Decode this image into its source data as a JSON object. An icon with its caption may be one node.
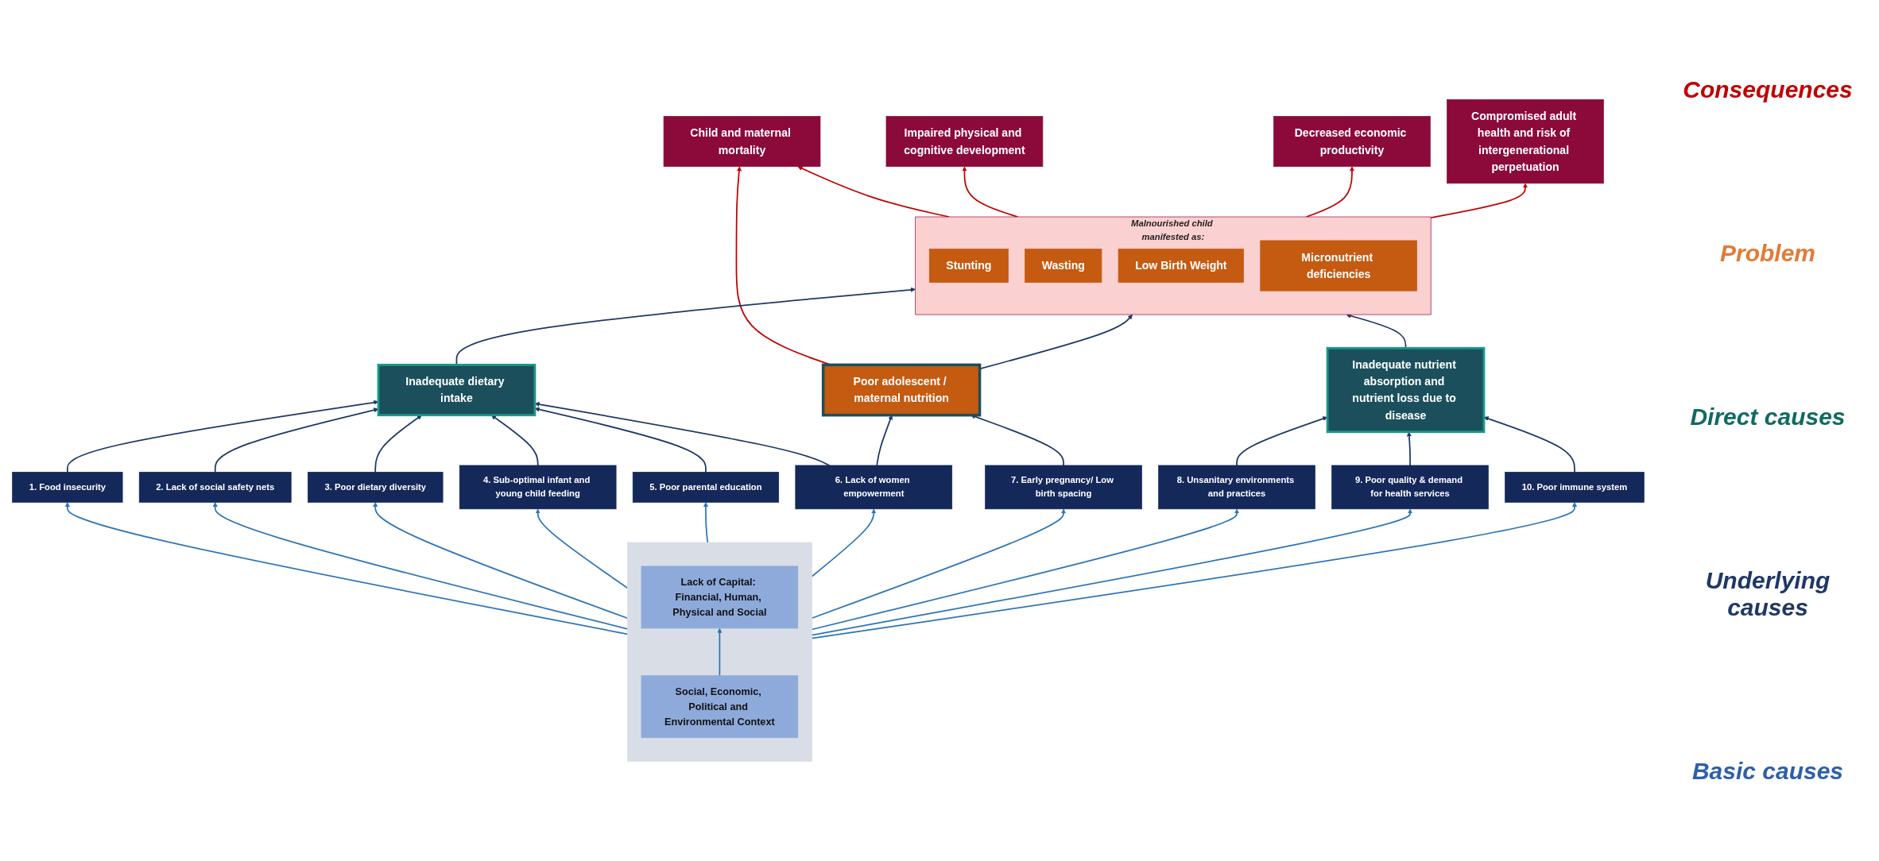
{
  "diagram": {
    "nodes": [
      {
        "text": [
          "Child and maternal mortality"
        ]
      },
      {
        "text": [
          "Impaired physical and cognitive development"
        ]
      },
      {
        "text": [
          "Decreased economic productivity"
        ]
      },
      {
        "text": [
          "Compromised adult health and risk of intergenerational perpetuation"
        ]
      },
      {
        "text": [
          "Malnourished child manifested as:"
        ]
      },
      {
        "text": [
          "Stunting"
        ],
        "in": 4
      },
      {
        "text": [
          "Wasting"
        ],
        "in": 4
      },
      {
        "text": [
          "Low Birth Weight"
        ],
        "in": 4
      },
      {
        "text": [
          "Micronutrient deficiencies"
        ],
        "in": 4
      },
      {
        "text": [
          "Poor adolescent / maternal nutrition"
        ]
      },
      {
        "text": [
          "Inadequate dietary intake"
        ]
      },
      {
        "text": [
          "Inadequate nutrient absorption and nutrient loss due to disease"
        ]
      },
      {
        "text": [
          "1. Food insecurity"
        ]
      },
      {
        "text": [
          "2. Lack of social safety nets"
        ]
      },
      {
        "text": [
          "3. Poor dietary diversity"
        ]
      },
      {
        "text": [
          "4. Sub-optimal infant and young child feeding"
        ]
      },
      {
        "text": [
          "5. Poor parental education"
        ]
      },
      {
        "text": [
          "6. Lack of women empowerment"
        ]
      },
      {
        "text": [
          "7. Early pregnancy/ Low birth spacing"
        ]
      },
      {
        "text": [
          "8. Unsanitary environments and practices"
        ]
      },
      {
        "text": [
          "9. Poor quality & demand for health services"
        ]
      },
      {
        "text": [
          "10. Poor immune system"
        ]
      },
      {
        "text": [],
        "shape": "box"
      },
      {
        "text": [
          "Lack of Capital: Financial, Human, Physical and Social"
        ],
        "in": 22
      },
      {
        "text": [
          "Social, Economic, Political and Environmental Context"
        ],
        "in": 22
      }
    ],
    "edges": [
      {
        "from": 4,
        "to": 0,
        "arrow": "to",
        "color": "#c00000"
      },
      {
        "from": 4,
        "to": 1,
        "arrow": "to",
        "color": "#c00000"
      },
      {
        "from": 4,
        "to": 2,
        "arrow": "to",
        "color": "#c00000"
      },
      {
        "from": 4,
        "to": 3,
        "arrow": "to",
        "color": "#c00000"
      },
      {
        "from": 9,
        "to": 0,
        "arrow": "to",
        "color": "#c00000"
      },
      {
        "from": 9,
        "to": 4,
        "arrow": "to"
      },
      {
        "from": 10,
        "to": 4,
        "arrow": "to"
      },
      {
        "from": 11,
        "to": 4,
        "arrow": "to"
      },
      {
        "from": 12,
        "to": 10,
        "arrow": "to"
      },
      {
        "from": 13,
        "to": 10,
        "arrow": "to"
      },
      {
        "from": 14,
        "to": 10,
        "arrow": "to"
      },
      {
        "from": 15,
        "to": 10,
        "arrow": "to"
      },
      {
        "from": 16,
        "to": 10,
        "arrow": "to"
      },
      {
        "from": 17,
        "to": 10,
        "arrow": "to"
      },
      {
        "from": 17,
        "to": 9,
        "arrow": "to"
      },
      {
        "from": 18,
        "to": 9,
        "arrow": "to"
      },
      {
        "from": 19,
        "to": 11,
        "arrow": "to"
      },
      {
        "from": 20,
        "to": 11,
        "arrow": "to"
      },
      {
        "from": 21,
        "to": 11,
        "arrow": "to"
      },
      {
        "from": 22,
        "to": 12,
        "arrow": "to",
        "color": "#2e75b6"
      },
      {
        "from": 22,
        "to": 13,
        "arrow": "to",
        "color": "#2e75b6"
      },
      {
        "from": 22,
        "to": 14,
        "arrow": "to",
        "color": "#2e75b6"
      },
      {
        "from": 22,
        "to": 15,
        "arrow": "to",
        "color": "#2e75b6"
      },
      {
        "from": 22,
        "to": 16,
        "arrow": "to",
        "color": "#2e75b6"
      },
      {
        "from": 22,
        "to": 17,
        "arrow": "to",
        "color": "#2e75b6"
      },
      {
        "from": 22,
        "to": 18,
        "arrow": "to",
        "color": "#2e75b6"
      },
      {
        "from": 22,
        "to": 19,
        "arrow": "to",
        "color": "#2e75b6"
      },
      {
        "from": 22,
        "to": 20,
        "arrow": "to",
        "color": "#2e75b6"
      },
      {
        "from": 22,
        "to": 21,
        "arrow": "to",
        "color": "#2e75b6"
      },
      {
        "from": 24,
        "to": 23,
        "arrow": "to",
        "color": "#2e75b6"
      }
    ],
    "labels": [
      "Consequences",
      "Problem",
      "Direct causes",
      "Underlying causes",
      "Basic causes"
    ]
  }
}
